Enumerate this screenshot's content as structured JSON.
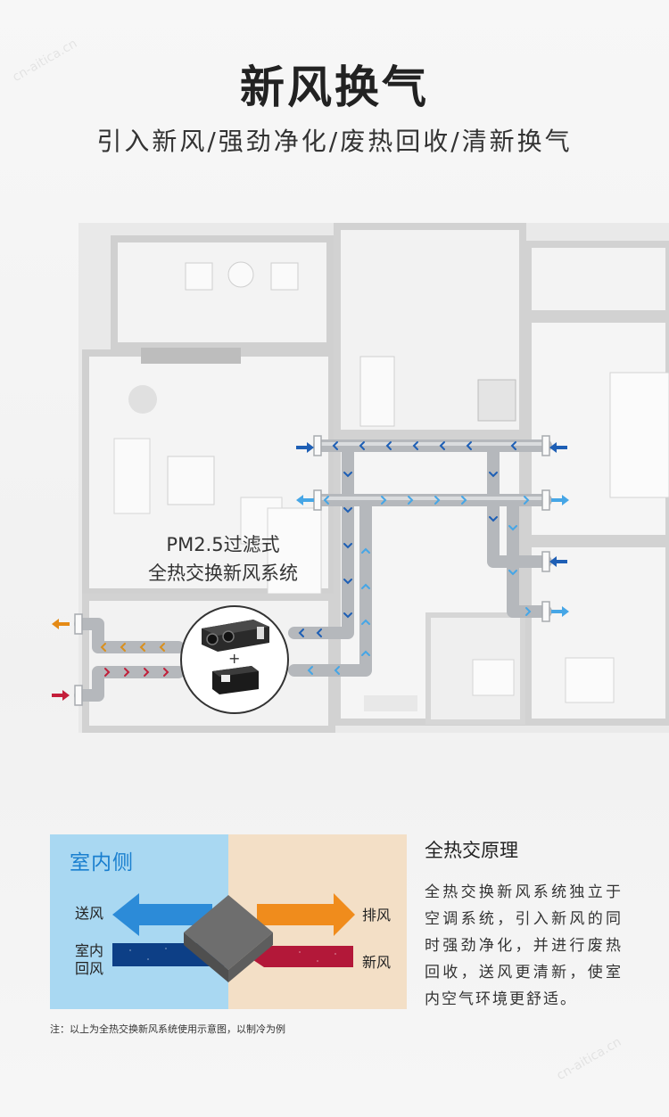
{
  "header": {
    "title": "新风换气",
    "subtitle": "引入新风/强劲净化/废热回收/清新换气"
  },
  "floor_plan": {
    "system_label_line1": "PM2.5过滤式",
    "system_label_line2": "全热交换新风系统",
    "plus": "+"
  },
  "diagram": {
    "indoor_label": "室内侧",
    "send_air": "送风",
    "return_air_line1": "室内",
    "return_air_line2": "回风",
    "exhaust_air": "排风",
    "fresh_air": "新风",
    "colors": {
      "indoor_bg": "#a9d8f2",
      "outdoor_bg": "#f3dfc6",
      "send_arrow": "#2c8bd8",
      "return_arrow": "#0d3f86",
      "exhaust_arrow": "#f08c1c",
      "fresh_arrow": "#b31839",
      "core": "#6e6e6e"
    }
  },
  "principle": {
    "title": "全热交原理",
    "text": "全热交换新风系统独立于空调系统，引入新风的同时强劲净化，并进行废热回收，送风更清新，使室内空气环境更舒适。"
  },
  "note": "注：以上为全热交换新风系统使用示意图，以制冷为例",
  "watermark": "cn-aitica.cn"
}
